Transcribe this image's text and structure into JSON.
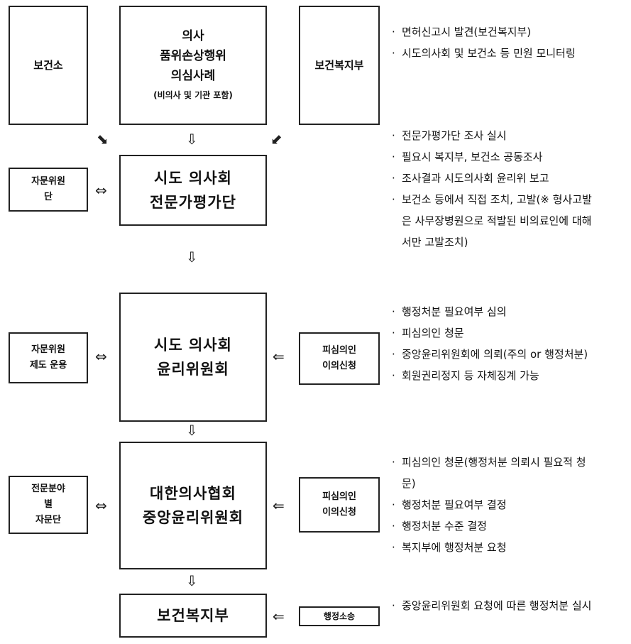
{
  "top_left_box": "보건소",
  "top_center_box": {
    "line1": "의사",
    "line2": "품위손상행위",
    "line3": "의심사례",
    "line4": "(비의사 및 기관 포함)"
  },
  "top_right_box": "보건복지부",
  "notes_top": [
    "면허신고시 발견(보건복지부)",
    "시도의사회 및 보건소 등 민원 모니터링"
  ],
  "stage1": {
    "advisory": {
      "line1": "자문위원",
      "line2": "단"
    },
    "main": {
      "line1": "시도 의사회",
      "line2": "전문가평가단"
    },
    "notes": [
      "전문가평가단 조사 실시",
      "필요시 복지부, 보건소 공동조사",
      "조사결과 시도의사회 윤리위 보고",
      "보건소 등에서 직접 조치, 고발(※ 형사고발은 사무장병원으로 적발된 비의료인에 대해서만 고발조치)"
    ]
  },
  "stage2": {
    "advisory": {
      "line1": "자문위원",
      "line2": "제도 운용"
    },
    "main": {
      "line1": "시도 의사회",
      "line2": "윤리위원회"
    },
    "appeal": {
      "line1": "피심의인",
      "line2": "이의신청"
    },
    "notes": [
      "행정처분 필요여부 심의",
      "피심의인 청문",
      "중앙윤리위원회에 의뢰(주의 or 행정처분)",
      "회원권리정지 등 자체징계 가능"
    ]
  },
  "stage3": {
    "advisory": {
      "line1": "전문분야",
      "line2": "별",
      "line3": "자문단"
    },
    "main": {
      "line1": "대한의사협회",
      "line2": "중앙윤리위원회"
    },
    "appeal": {
      "line1": "피심의인",
      "line2": "이의신청"
    },
    "notes": [
      "피심의인 청문(행정처분 의뢰시 필요적 청문)",
      "행정처분 필요여부 결정",
      "행정처분 수준 결정",
      "복지부에 행정처분 요청"
    ]
  },
  "stage4": {
    "main": "보건복지부",
    "litigation": "행정소송",
    "notes": [
      "중앙윤리위원회 요청에 따른 행정처분 실시"
    ]
  },
  "arrows": {
    "down": "⇩",
    "diag_right": "⬊",
    "diag_left": "⬋",
    "both": "⇔",
    "left": "⇐"
  }
}
